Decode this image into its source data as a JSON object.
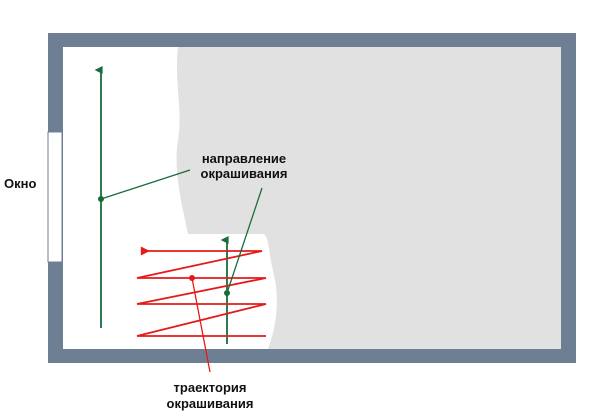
{
  "labels": {
    "window": "Окно",
    "painting_direction": [
      "направление",
      "окрашивания"
    ],
    "painting_trajectory": [
      "траектория",
      "окрашивания"
    ]
  },
  "colors": {
    "wall": "#6f7f93",
    "floor_unpainted": "#ffffff",
    "floor_painted": "#e1e1e1",
    "direction_arrow": "#1a6b3c",
    "trajectory": "#e51b1b"
  }
}
